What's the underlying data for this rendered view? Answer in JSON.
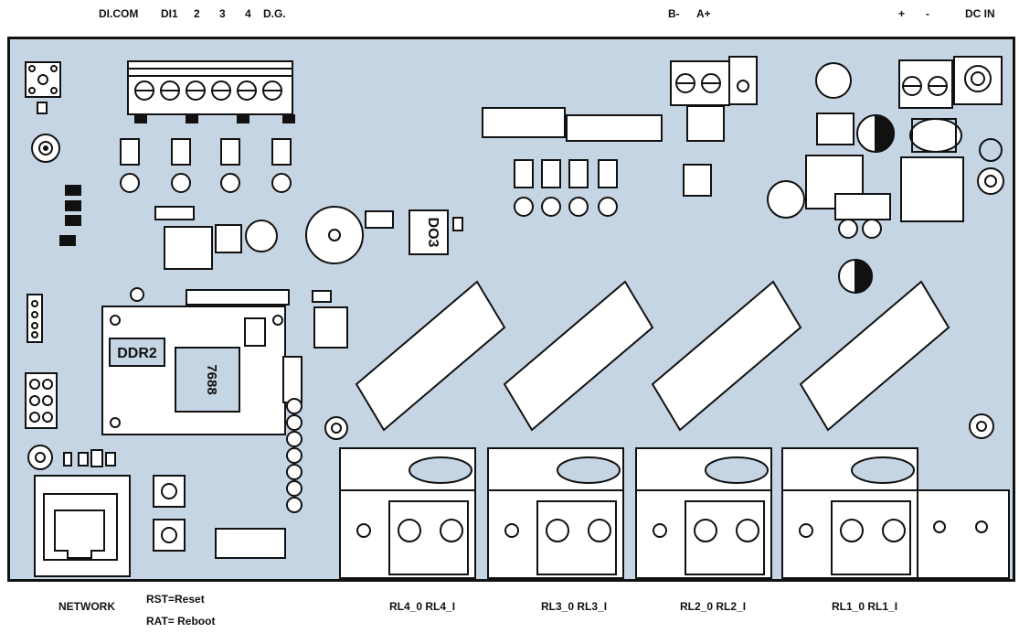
{
  "top_labels": {
    "di_com": "DI.COM",
    "di1": "DI1",
    "di2": "2",
    "di3": "3",
    "di4": "4",
    "dg": "D.G.",
    "b_minus": "B-",
    "a_plus": "A+",
    "plus": "+",
    "minus": "-",
    "dc_in": "DC IN"
  },
  "bottom_labels": {
    "network": "NETWORK",
    "rst": "RST=Reset",
    "rat": "RAT= Reboot",
    "rl4": "RL4_0  RL4_I",
    "rl3": "RL3_0  RL3_I",
    "rl2": "RL2_0  RL2_I",
    "rl1": "RL1_0  RL1_I"
  },
  "chips": {
    "ddr": "DDR2",
    "soc": "7688",
    "ic": "DO3"
  },
  "colors": {
    "board": "#c6d5e3",
    "outline": "#111111",
    "panel": "#ffffff",
    "dark": "#222222",
    "pad": "#e8e8e8"
  }
}
